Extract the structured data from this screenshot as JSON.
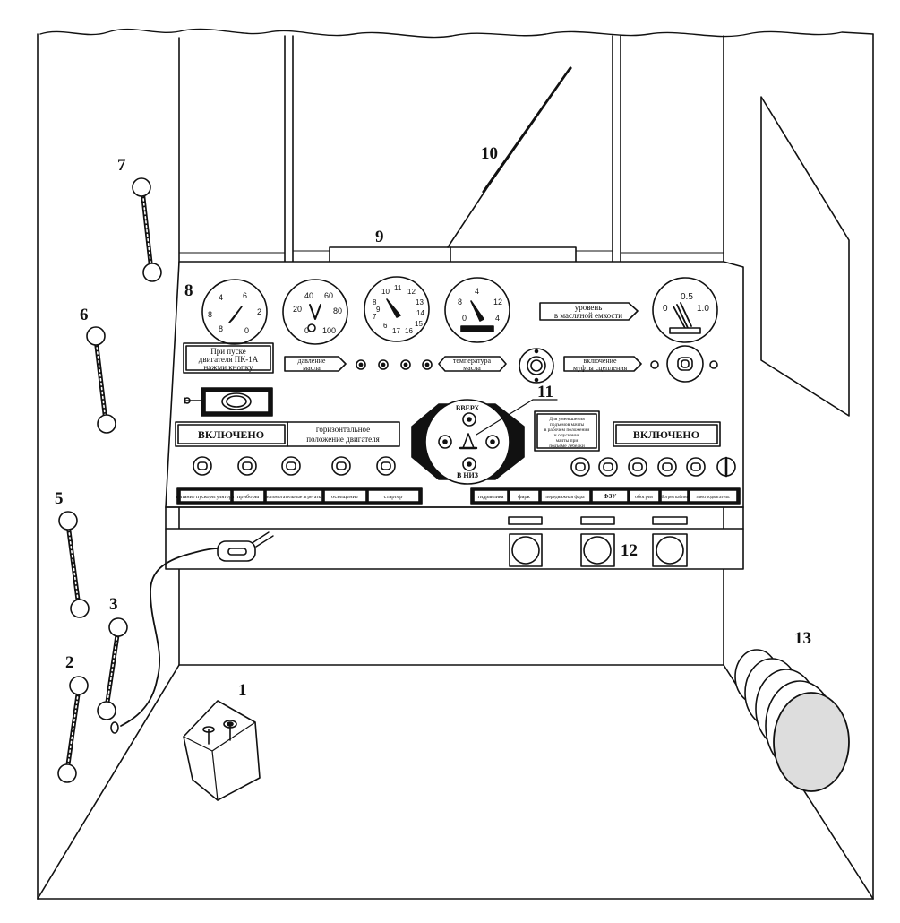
{
  "callouts": {
    "n1": "1",
    "n2": "2",
    "n3": "3",
    "n5": "5",
    "n6": "6",
    "n7": "7",
    "n8": "8",
    "n9": "9",
    "n10": "10",
    "n11": "11",
    "n12": "12",
    "n13": "13"
  },
  "panel": {
    "gauges": {
      "g1": [
        "4",
        "6",
        "8",
        "2",
        "8",
        "0"
      ],
      "g2": [
        "20",
        "40",
        "60",
        "80",
        "0",
        "100"
      ],
      "g3": [
        "10",
        "11",
        "12",
        "8",
        "13",
        "7",
        "14",
        "9",
        "15",
        "6",
        "17",
        "16"
      ],
      "g4": [
        "4",
        "8",
        "12",
        "0",
        "4"
      ],
      "g5": [
        "0",
        "0.5",
        "1.0"
      ]
    },
    "labels": {
      "start_plate": [
        "При пуске",
        "двигателя ПК-1А",
        "нажми кнопку"
      ],
      "arrow_left": [
        "давление",
        "масла"
      ],
      "arrow_mid": [
        "температура",
        "масла"
      ],
      "arrow_right": [
        "включение",
        "муфты сцепления"
      ],
      "arrow_top_right": [
        "уровень",
        "в масляной емкости"
      ],
      "vklucheno_left": "ВКЛЮЧЕНО",
      "horizontal_engine": [
        "горизонтальное",
        "положение двигателя"
      ],
      "vklucheno_right": "ВКЛЮЧЕНО",
      "note_plate": [
        "Для уменьшения",
        "подъемов мачты",
        "в рабочем положении",
        "и опускания",
        "мачты при",
        "подъеме лебедки"
      ],
      "wheel_top": "ВВЕРХ",
      "wheel_bottom": "В НИЗ"
    },
    "bottom_left_labels": [
      "питание пускорегулятора",
      "приборы",
      "вспомогательные агрегаты",
      "освещение",
      "стартер"
    ],
    "bottom_right_labels": [
      "гидравлика",
      "фарк",
      "передвижная фара",
      "ФЗУ",
      "обогрев",
      "обогрев кабины",
      "электродвигатель"
    ]
  }
}
